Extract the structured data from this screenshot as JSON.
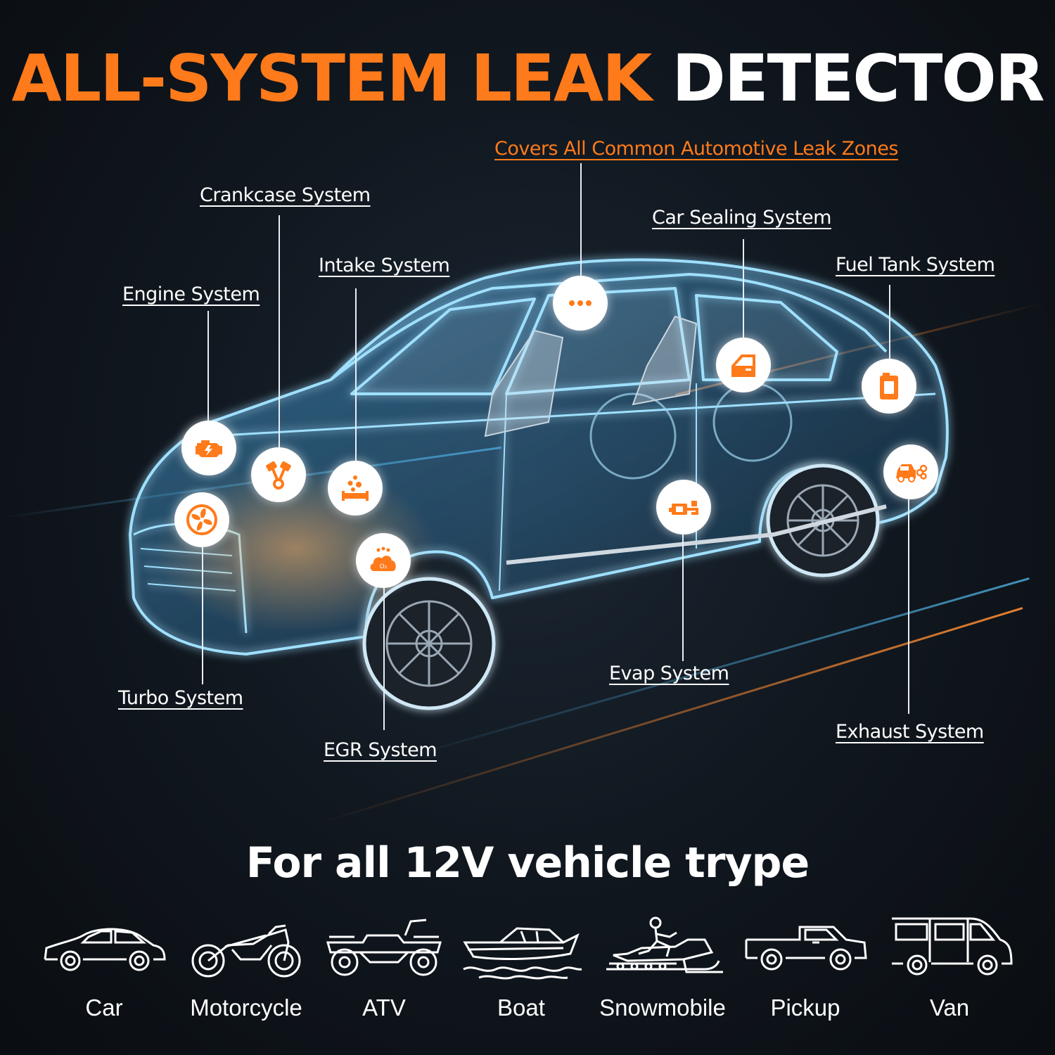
{
  "title": {
    "part1": "ALL-SYSTEM LEAK",
    "part2": "DETECTOR"
  },
  "callouts": {
    "covers": "Covers All Common Automotive Leak Zones",
    "crankcase": "Crankcase System",
    "car_sealing": "Car Sealing System",
    "intake": "Intake System",
    "fuel_tank": "Fuel Tank System",
    "engine": "Engine System",
    "turbo": "Turbo System",
    "egr": "EGR System",
    "evap": "Evap System",
    "exhaust": "Exhaust System"
  },
  "subtitle": "For all 12V vehicle trype",
  "vehicles": [
    {
      "label": "Car",
      "icon": "car-icon"
    },
    {
      "label": "Motorcycle",
      "icon": "motorcycle-icon"
    },
    {
      "label": "ATV",
      "icon": "atv-icon"
    },
    {
      "label": "Boat",
      "icon": "boat-icon"
    },
    {
      "label": "Snowmobile",
      "icon": "snowmobile-icon"
    },
    {
      "label": "Pickup",
      "icon": "pickup-icon"
    },
    {
      "label": "Van",
      "icon": "van-icon"
    }
  ],
  "colors": {
    "accent": "#ff7a1a",
    "glow": "#5fc8ff",
    "text": "#ffffff"
  }
}
